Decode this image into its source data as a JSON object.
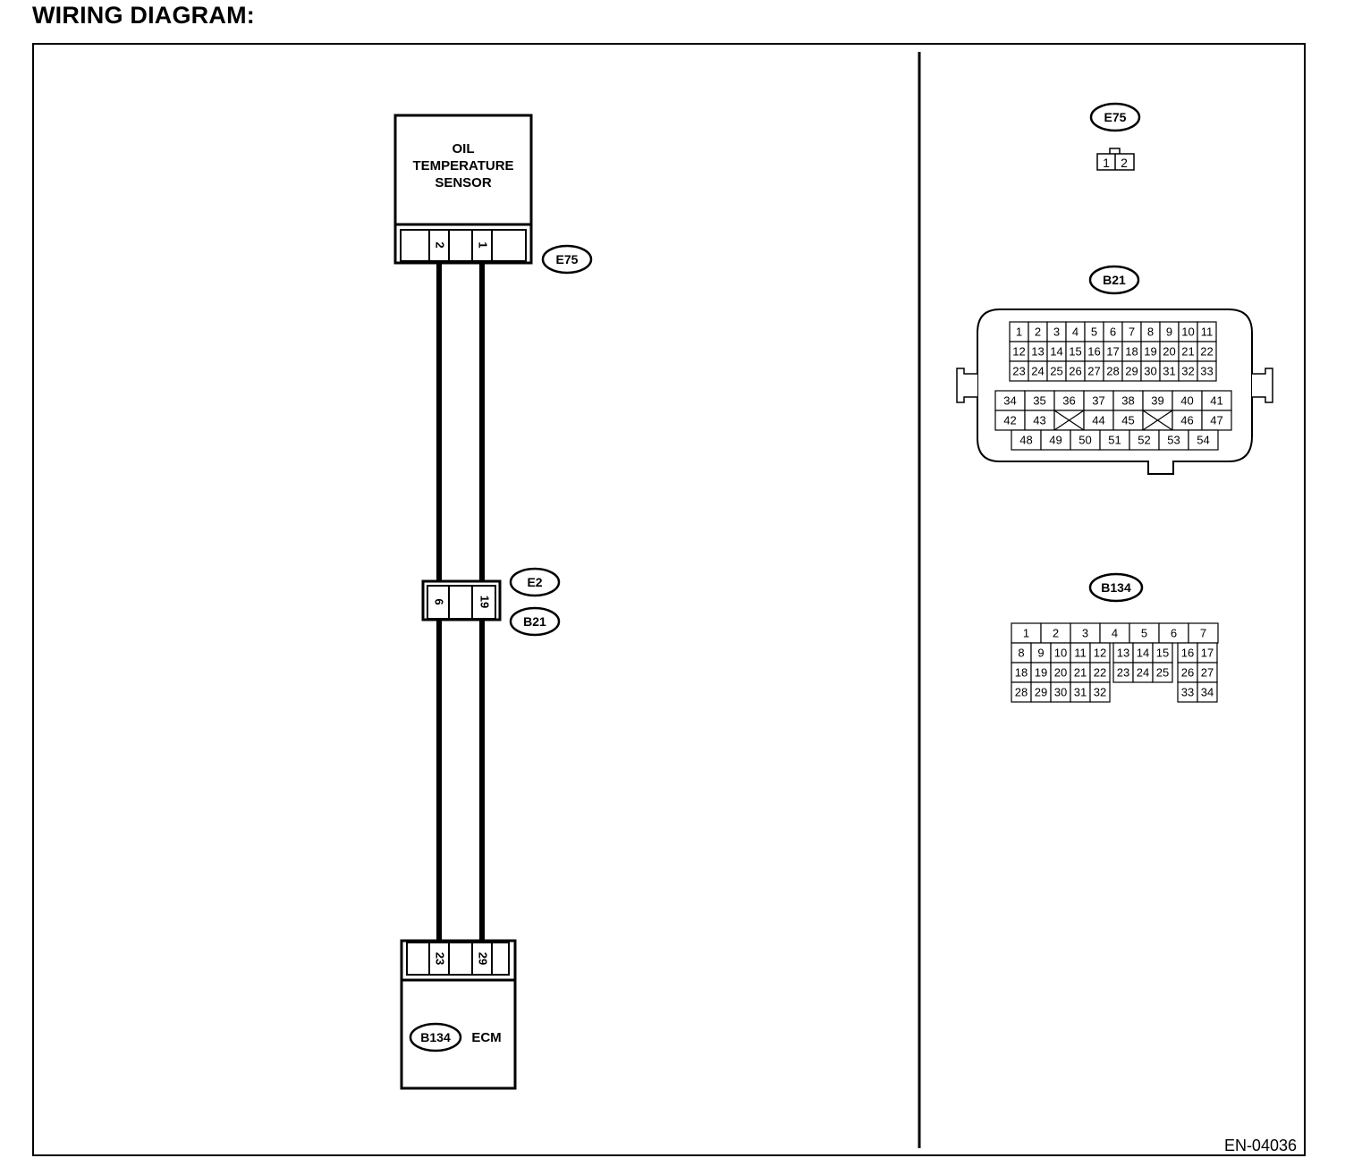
{
  "title": "WIRING DIAGRAM:",
  "doc_code": "EN-04036",
  "sensor": {
    "name_lines": [
      "OIL",
      "TEMPERATURE",
      "SENSOR"
    ],
    "connector": "E75",
    "pins": [
      "2",
      "1"
    ]
  },
  "joint": {
    "connectors": [
      "E2",
      "B21"
    ],
    "pins": [
      "6",
      "19"
    ]
  },
  "ecm": {
    "name": "ECM",
    "connector": "B134",
    "pins": [
      "23",
      "29"
    ]
  },
  "connector_views": {
    "e75": {
      "label": "E75",
      "pins": [
        "1",
        "2"
      ]
    },
    "b21": {
      "label": "B21",
      "upper_rows": [
        [
          "1",
          "2",
          "3",
          "4",
          "5",
          "6",
          "7",
          "8",
          "9",
          "10",
          "11"
        ],
        [
          "12",
          "13",
          "14",
          "15",
          "16",
          "17",
          "18",
          "19",
          "20",
          "21",
          "22"
        ],
        [
          "23",
          "24",
          "25",
          "26",
          "27",
          "28",
          "29",
          "30",
          "31",
          "32",
          "33"
        ]
      ],
      "lower_row1": [
        "34",
        "35",
        "36",
        "37",
        "38",
        "39",
        "40",
        "41"
      ],
      "lower_row2": [
        "42",
        "43",
        "",
        "44",
        "45",
        "",
        "46",
        "47"
      ],
      "lower_row3": [
        "48",
        "49",
        "50",
        "51",
        "52",
        "53",
        "54"
      ]
    },
    "b134": {
      "label": "B134",
      "row1": [
        "1",
        "2",
        "3",
        "4",
        "5",
        "6",
        "7"
      ],
      "row2": [
        "8",
        "9",
        "10",
        "11",
        "12",
        "13",
        "14",
        "15",
        "16",
        "17"
      ],
      "row3": [
        "18",
        "19",
        "20",
        "21",
        "22",
        "23",
        "24",
        "25",
        "26",
        "27"
      ],
      "row4_left": [
        "28",
        "29",
        "30",
        "31",
        "32"
      ],
      "row4_right": [
        "33",
        "34"
      ]
    }
  }
}
